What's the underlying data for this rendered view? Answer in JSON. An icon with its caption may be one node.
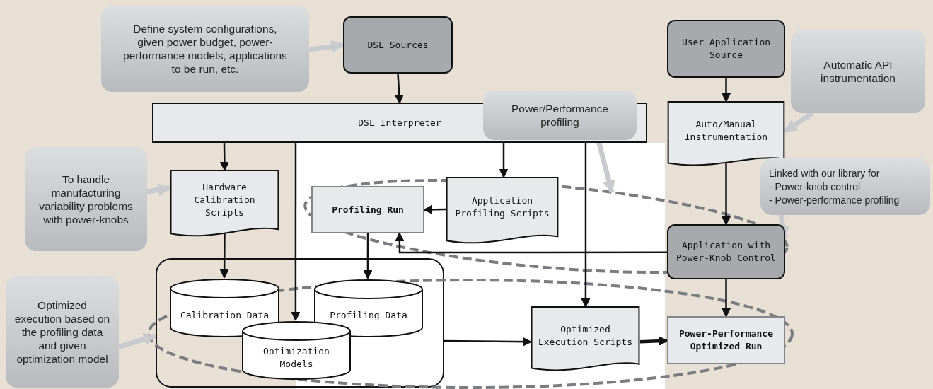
{
  "diagram": {
    "nodes": [
      {
        "text": [
          "Define system configurations, given power budget, power-performance models, applications to be run, etc."
        ]
      },
      {
        "text": [
          "DSL Sources"
        ]
      },
      {
        "text": [
          "User Application Source"
        ]
      },
      {
        "text": [
          "Automatic API instrumentation"
        ]
      },
      {
        "text": [
          "DSL Interpreter"
        ]
      },
      {
        "text": [
          "Power/Performance profiling"
        ]
      },
      {
        "text": [
          "Auto/Manual Instrumentation"
        ]
      },
      {
        "text": [
          "To handle manufacturing variability problems with power-knobs"
        ]
      },
      {
        "text": [
          "Hardware Calibration Scripts"
        ]
      },
      {
        "text": [
          "Profiling Run"
        ]
      },
      {
        "text": [
          "Application Profiling Scripts"
        ]
      },
      {
        "text": [
          "Linked with our library for",
          "- Power-knob control",
          "- Power-performance profiling"
        ]
      },
      {
        "text": [
          "Application with Power-Knob Control"
        ]
      },
      {
        "text": [
          "Optimized execution based on the profiling data and given optimization model"
        ]
      },
      {
        "text": [],
        "shape": "box"
      },
      {
        "text": [
          "Calibration Data"
        ],
        "in": 14
      },
      {
        "text": [
          "Profiling Data"
        ],
        "in": 14
      },
      {
        "text": [
          "Optimization Models"
        ],
        "in": 14
      },
      {
        "text": [
          "Optimized Execution Scripts"
        ]
      },
      {
        "text": [
          "Power-Performance Optimized Run"
        ]
      }
    ],
    "edges": [
      {
        "from": 1,
        "to": 4,
        "arrow": "to"
      },
      {
        "from": 2,
        "to": 6,
        "arrow": "to"
      },
      {
        "from": 4,
        "to": 8,
        "arrow": "to"
      },
      {
        "from": 4,
        "to": 17,
        "arrow": "to"
      },
      {
        "from": 4,
        "to": 10,
        "arrow": "to"
      },
      {
        "from": 4,
        "to": 18,
        "arrow": "to"
      },
      {
        "from": 10,
        "to": 9,
        "arrow": "to"
      },
      {
        "from": 6,
        "to": 12,
        "arrow": "to"
      },
      {
        "from": 12,
        "to": 9,
        "arrow": "to"
      },
      {
        "from": 9,
        "to": 16,
        "arrow": "to"
      },
      {
        "from": 8,
        "to": 15,
        "arrow": "to"
      },
      {
        "from": 14,
        "to": 18,
        "arrow": "to"
      },
      {
        "from": 18,
        "to": 19,
        "arrow": "to",
        "style": "thick"
      },
      {
        "from": 12,
        "to": 19,
        "arrow": "to"
      },
      {
        "from": 0,
        "to": 1,
        "arrow": "to",
        "style": "thick",
        "color": "#c9cacd"
      },
      {
        "from": 3,
        "to": 6,
        "arrow": "to",
        "style": "thick",
        "color": "#c9cacd"
      },
      {
        "from": 5,
        "to": null,
        "arrow": "to",
        "style": "thick",
        "color": "#c9cacd"
      },
      {
        "from": 7,
        "to": 8,
        "arrow": "to",
        "style": "thick",
        "color": "#c9cacd"
      },
      {
        "from": 11,
        "to": 12,
        "arrow": "to",
        "style": "thick",
        "color": "#c9cacd"
      },
      {
        "from": 13,
        "to": 14,
        "arrow": "to",
        "style": "thick",
        "color": "#c9cacd"
      }
    ]
  }
}
